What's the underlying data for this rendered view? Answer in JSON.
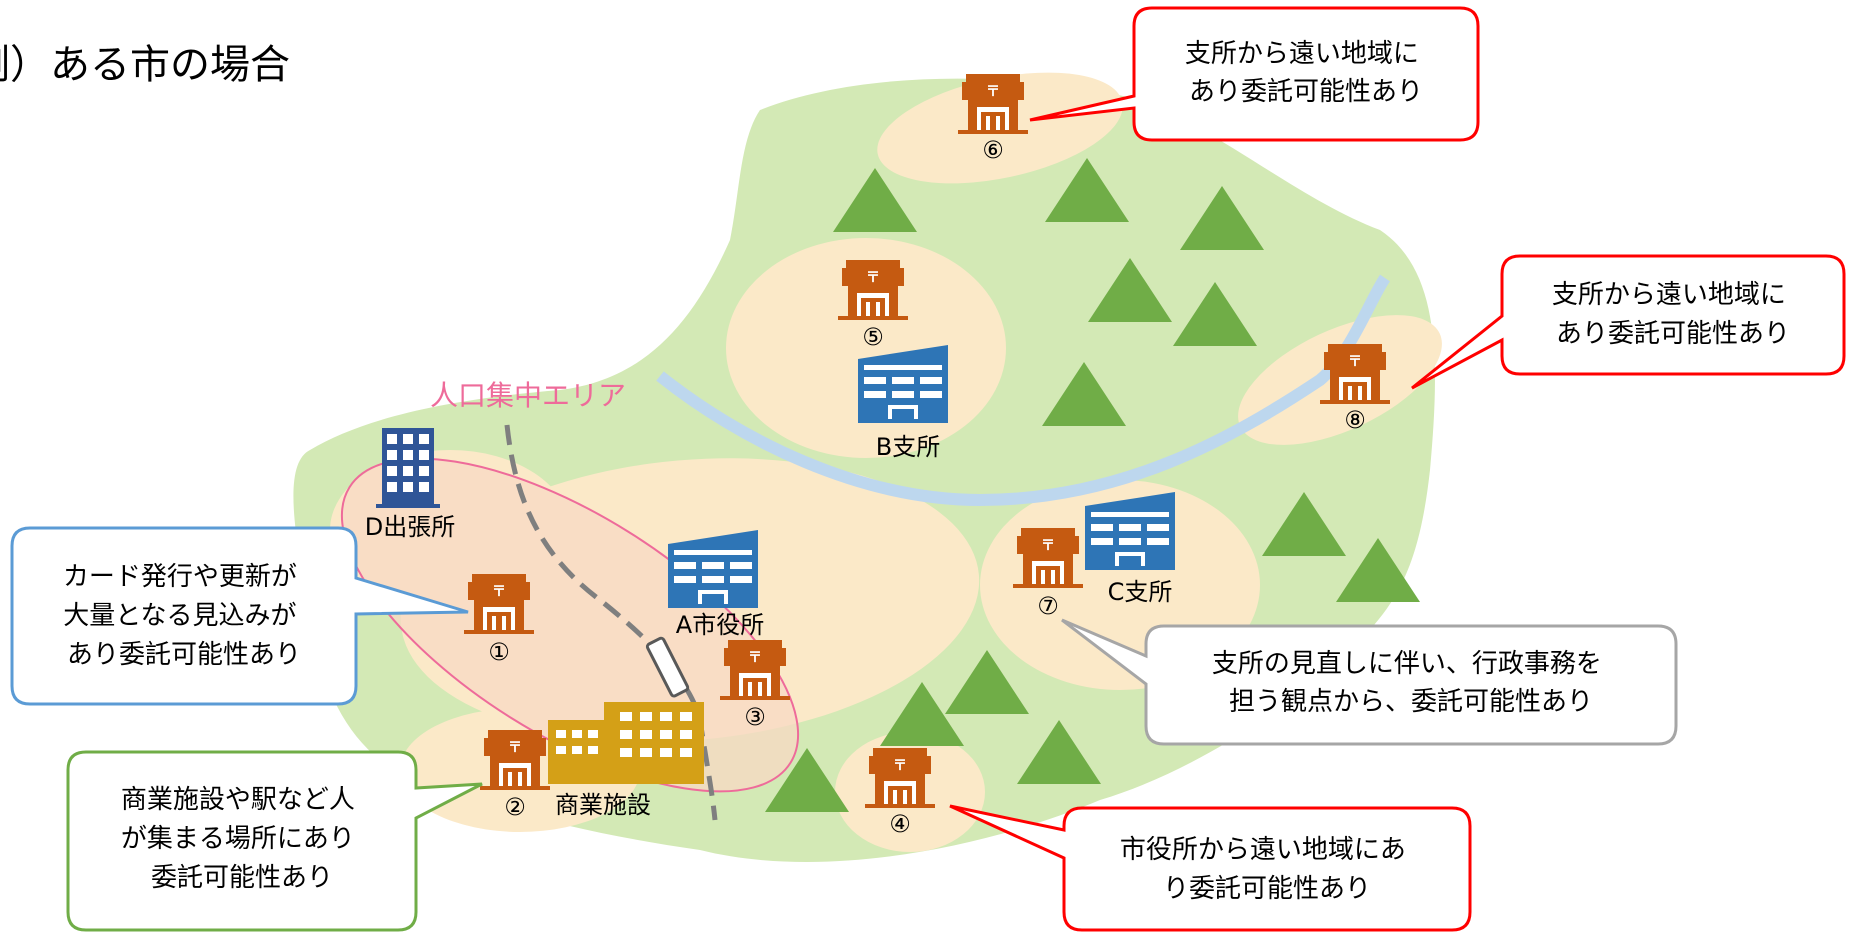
{
  "heading": "例）ある市の場合",
  "area_label": "人口集中エリア",
  "colors": {
    "land": "#d3e9b5",
    "zone": "#fbe9c8",
    "population_area": "#f8d8c4",
    "population_border": "#ee6b9a",
    "river": "#bdd7ee",
    "mountain": "#70ad47",
    "post_office": "#c55a11",
    "government_building": "#2e75b6",
    "commercial": "#d4a017",
    "callout_red": "#ff0000",
    "callout_blue": "#5b9bd5",
    "callout_green": "#70ad47",
    "callout_gray": "#a6a6a6"
  },
  "post_offices": [
    {
      "id": "po1",
      "label": "①"
    },
    {
      "id": "po2",
      "label": "②"
    },
    {
      "id": "po3",
      "label": "③"
    },
    {
      "id": "po4",
      "label": "④"
    },
    {
      "id": "po5",
      "label": "⑤"
    },
    {
      "id": "po6",
      "label": "⑥"
    },
    {
      "id": "po7",
      "label": "⑦"
    },
    {
      "id": "po8",
      "label": "⑧"
    }
  ],
  "buildings": {
    "city_hall": "A市役所",
    "branch_b": "B支所",
    "branch_c": "C支所",
    "office_d": "D出張所",
    "commercial": "商業施設"
  },
  "callouts": {
    "po6": [
      "支所から遠い地域に",
      "あり委託可能性あり"
    ],
    "po8": [
      "支所から遠い地域に",
      "あり委託可能性あり"
    ],
    "po1": [
      "カード発行や更新が",
      "大量となる見込みが",
      "あり委託可能性あり"
    ],
    "po7": [
      "支所の見直しに伴い、行政事務を",
      "担う観点から、委託可能性あり"
    ],
    "po2": [
      "商業施設や駅など人",
      "が集まる場所にあり",
      "委託可能性あり"
    ],
    "po4": [
      "市役所から遠い地域にあ",
      "り委託可能性あり"
    ]
  }
}
